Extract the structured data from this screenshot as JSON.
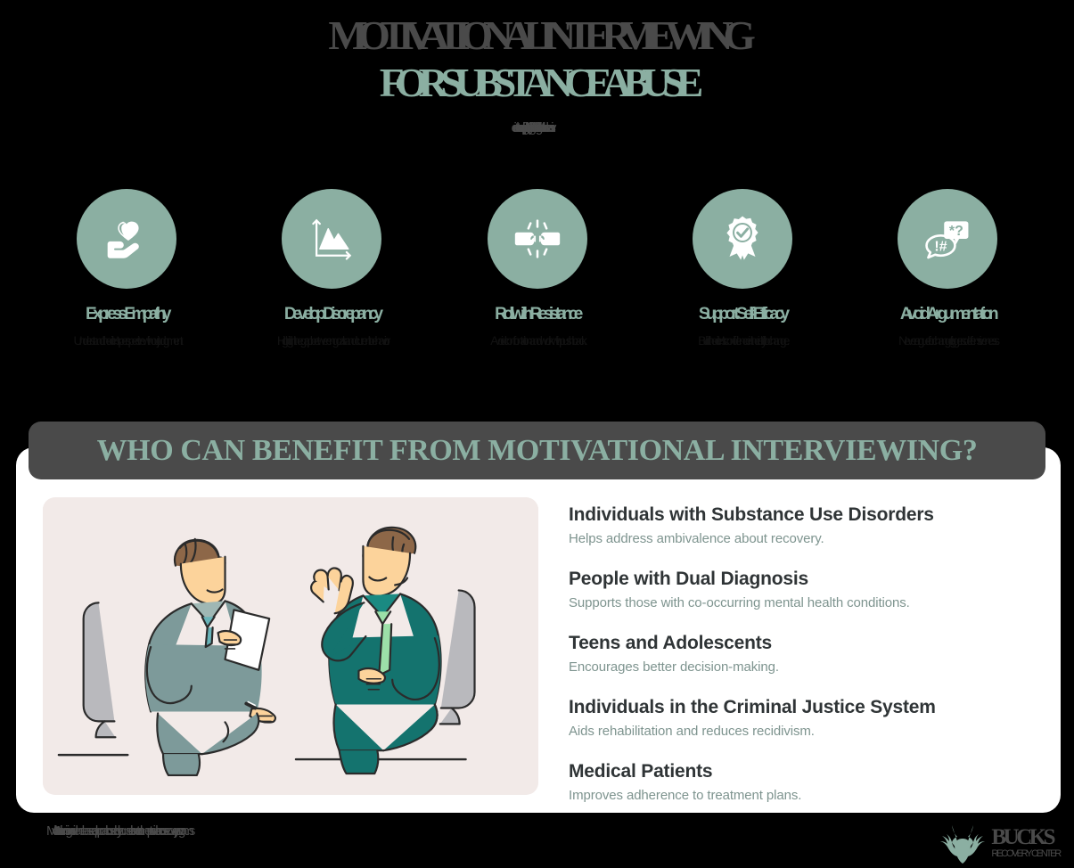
{
  "header": {
    "title_line_1": "MOTIVATIONAL INTERVIEWING",
    "title_line_2": "FOR SUBSTANCE ABUSE",
    "subtitle": "Motivational Interviewing (MI) is a client-centered counseling approach that helps people resolve ambivalence and build motivation to change substance use behaviors."
  },
  "principles": [
    {
      "icon": "hand-heart-icon",
      "title": "Express Empathy",
      "desc": "Understand the client's perspective without judgment."
    },
    {
      "icon": "chart-decline-icon",
      "title": "Develop Discrepancy",
      "desc": "Highlight the gap between goals and current behavior."
    },
    {
      "icon": "fist-bump-icon",
      "title": "Roll with Resistance",
      "desc": "Avoid confrontation and work with pushback."
    },
    {
      "icon": "award-ribbon-icon",
      "title": "Support Self-Efficacy",
      "desc": "Build the client's confidence in their ability to change."
    },
    {
      "icon": "speech-bubbles-icon",
      "title": "Avoid Argumentation",
      "desc": "Never argue for change; it triggers defensiveness."
    }
  ],
  "panel": {
    "banner_title": "WHO CAN BENEFIT FROM MOTIVATIONAL INTERVIEWING?",
    "illustration": "two-people-counseling-session-illustration",
    "benefits": [
      {
        "title": "Individuals with Substance Use Disorders",
        "desc": "Helps address ambivalence about recovery."
      },
      {
        "title": "People with Dual Diagnosis",
        "desc": "Supports those with co-occurring mental health conditions."
      },
      {
        "title": "Teens and Adolescents",
        "desc": "Encourages better decision-making."
      },
      {
        "title": "Individuals in the Criminal Justice System",
        "desc": "Aids rehabilitation and reduces recidivism."
      },
      {
        "title": "Medical Patients",
        "desc": "Improves adherence to treatment plans."
      }
    ]
  },
  "footer": {
    "note": "Motivational Interviewing is an evidence-based approach used by counselors and treatment providers across recovery programs.",
    "logo_icon": "deer-antler-logo-icon",
    "logo_name": "BUCKS",
    "logo_sub": "RECOVERY CENTER"
  },
  "colors": {
    "accent_green": "#8bafa2",
    "dark_gray": "#4a4a4a",
    "background": "#000000",
    "card_white": "#ffffff",
    "illustration_bg": "#f2eae8",
    "benefit_title": "#2f3436",
    "benefit_desc": "#7e948f"
  }
}
